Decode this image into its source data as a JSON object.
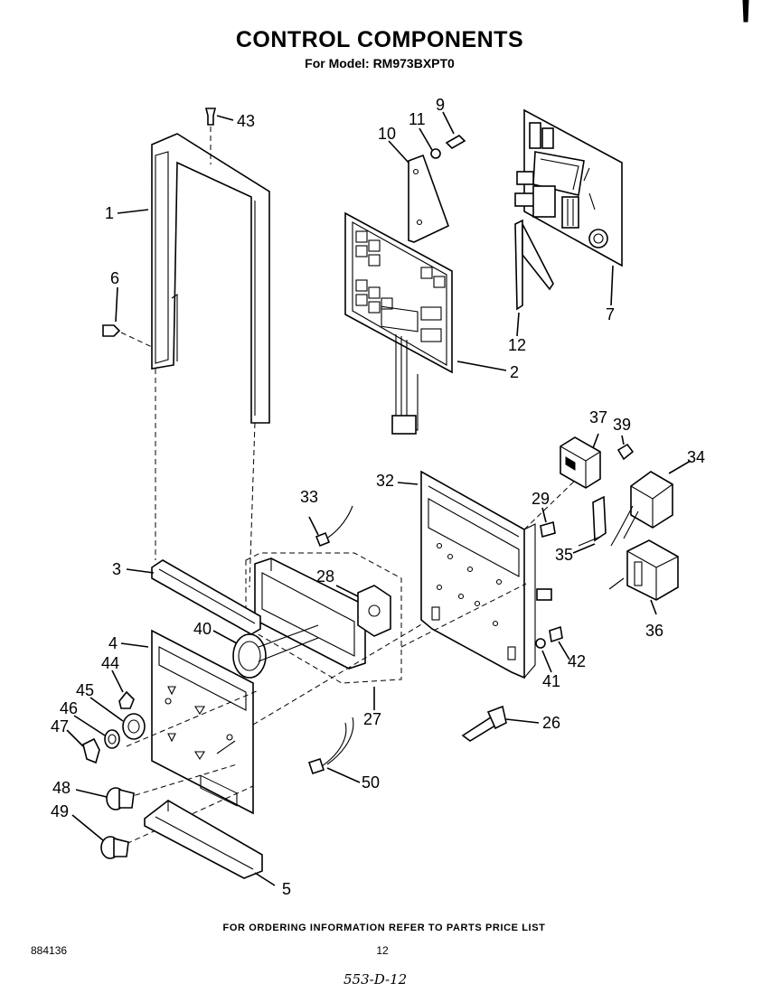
{
  "header": {
    "title": "CONTROL COMPONENTS",
    "subtitle": "For Model: RM973BXPT0"
  },
  "callouts": {
    "c1": "1",
    "c2": "2",
    "c3": "3",
    "c4": "4",
    "c5": "5",
    "c6": "6",
    "c7": "7",
    "c9": "9",
    "c10": "10",
    "c11": "11",
    "c12": "12",
    "c26": "26",
    "c27": "27",
    "c28": "28",
    "c29": "29",
    "c32": "32",
    "c33": "33",
    "c34": "34",
    "c35": "35",
    "c36": "36",
    "c37": "37",
    "c39": "39",
    "c40": "40",
    "c41": "41",
    "c42": "42",
    "c43": "43",
    "c44": "44",
    "c45": "45",
    "c46": "46",
    "c47": "47",
    "c48": "48",
    "c49": "49",
    "c50": "50"
  },
  "footer": {
    "ordering_info": "FOR ORDERING INFORMATION REFER TO PARTS PRICE LIST",
    "doc_number": "884136",
    "page_number": "12",
    "handwritten": "553-D-12"
  }
}
